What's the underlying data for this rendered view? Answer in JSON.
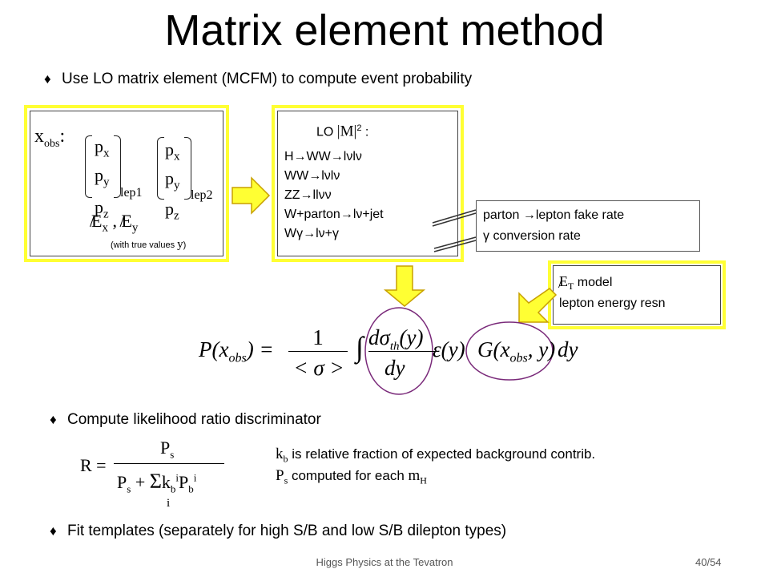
{
  "slide": {
    "title": "Matrix element method",
    "bullet_symbol": "♦",
    "bullet1": "Use LO matrix element (MCFM) to compute event probability",
    "bullet2": "Compute likelihood ratio discriminator",
    "bullet3": "Fit templates (separately for high S/B and low S/B dilepton types)"
  },
  "obs_box": {
    "label": "x",
    "label_sub": "obs",
    "colon": ":",
    "lep1_components": [
      "p",
      "p",
      "p"
    ],
    "lep1_subs": [
      "x",
      "y",
      "z"
    ],
    "lep1_label": "lep1",
    "lep2_components": [
      "p",
      "p",
      "p"
    ],
    "lep2_subs": [
      "x",
      "y",
      "z"
    ],
    "lep2_label": "lep2",
    "met_line": "E",
    "met_x_sub": "x",
    "met_sep": " , ",
    "met_y_sub": "y",
    "true_values_note": "(with true values ",
    "true_values_var": "y",
    "true_values_close": ")"
  },
  "lo_box": {
    "header_prefix": "LO ",
    "header_math": "|M|",
    "header_sup": "2",
    "header_suffix": " :",
    "processes": [
      "H→WW→lνlν",
      "WW→lνlν",
      "ZZ→llνν",
      "W+parton→lν+jet",
      "Wγ→lν+γ"
    ]
  },
  "fake_box": {
    "line1": "parton →lepton fake rate",
    "line2": "γ conversion rate"
  },
  "met_model_box": {
    "line1_symbol": "E",
    "line1_sub": "T",
    "line1_text": " model",
    "line2": "lepton energy resn"
  },
  "formula_main": {
    "lhs": "P(x",
    "lhs_sub": "obs",
    "lhs_close": ") =",
    "frac_num": "1",
    "frac_den": "< σ >",
    "integral": "∫",
    "d_sigma_num": "dσ",
    "d_sigma_sub": "th",
    "d_sigma_arg": "(y)",
    "d_sigma_den": "dy",
    "efficiency": "ε(y)",
    "transfer": "G(x",
    "transfer_sub": "obs",
    "transfer_close": ", y)",
    "dy": "dy"
  },
  "formula_ratio": {
    "lhs": "R =",
    "num": "P",
    "num_sub": "s",
    "den_p": "P",
    "den_p_sub": "s",
    "den_plus": " + ",
    "den_sum": "Σ",
    "den_k": "k",
    "den_k_sub": "b",
    "den_k_sup": "i",
    "den_pb": "P",
    "den_pb_sub": "b",
    "den_pb_sup": "i",
    "sum_index": "i"
  },
  "notes": {
    "kb_sym": "k",
    "kb_sub": "b",
    "kb_text": " is relative fraction of expected background contrib.",
    "ps_sym": "P",
    "ps_sub": "s",
    "ps_text": " computed for each ",
    "mh_sym": "m",
    "mh_sub": "H"
  },
  "footer": {
    "center": "Higgs Physics at the Tevatron",
    "page": "40/54"
  },
  "colors": {
    "highlight_box": "#ffff33",
    "arrow_fill": "#ffff33",
    "arrow_stroke": "#c8a000",
    "ellipse": "#7a2a7a"
  }
}
